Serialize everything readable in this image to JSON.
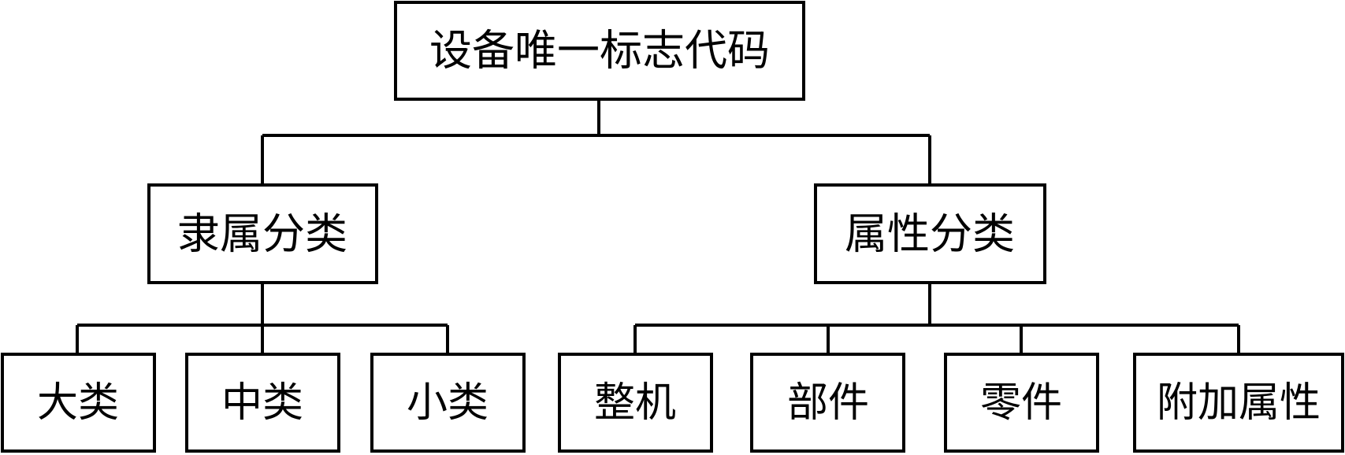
{
  "root": {
    "label": "设备唯一标志代码"
  },
  "branches": [
    {
      "label": "隶属分类",
      "children": [
        "大类",
        "中类",
        "小类"
      ]
    },
    {
      "label": "属性分类",
      "children": [
        "整机",
        "部件",
        "零件",
        "附加属性"
      ]
    }
  ]
}
